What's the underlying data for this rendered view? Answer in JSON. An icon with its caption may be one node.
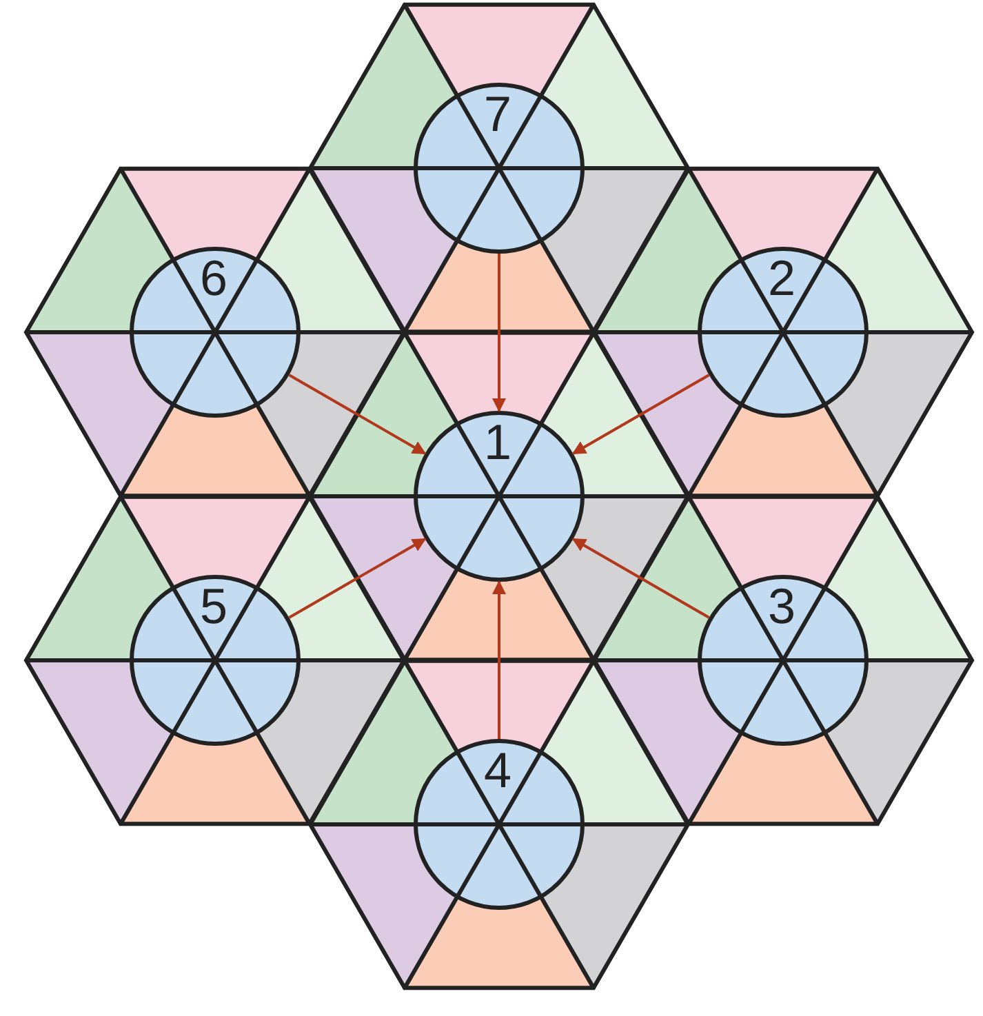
{
  "diagram": {
    "nodes": [
      {
        "text": [
          "7"
        ]
      },
      {
        "text": [
          "6"
        ]
      },
      {
        "text": [
          "2"
        ]
      },
      {
        "text": [
          "1"
        ]
      },
      {
        "text": [
          "5"
        ]
      },
      {
        "text": [
          "3"
        ]
      },
      {
        "text": [
          "4"
        ]
      }
    ],
    "edges": [
      {
        "from": 0,
        "to": 3,
        "arrow": "to"
      },
      {
        "from": 1,
        "to": 3,
        "arrow": "to"
      },
      {
        "from": 2,
        "to": 3,
        "arrow": "to"
      },
      {
        "from": 4,
        "to": 3,
        "arrow": "to"
      },
      {
        "from": 5,
        "to": 3,
        "arrow": "to"
      },
      {
        "from": 6,
        "to": 3,
        "arrow": "to"
      }
    ]
  }
}
